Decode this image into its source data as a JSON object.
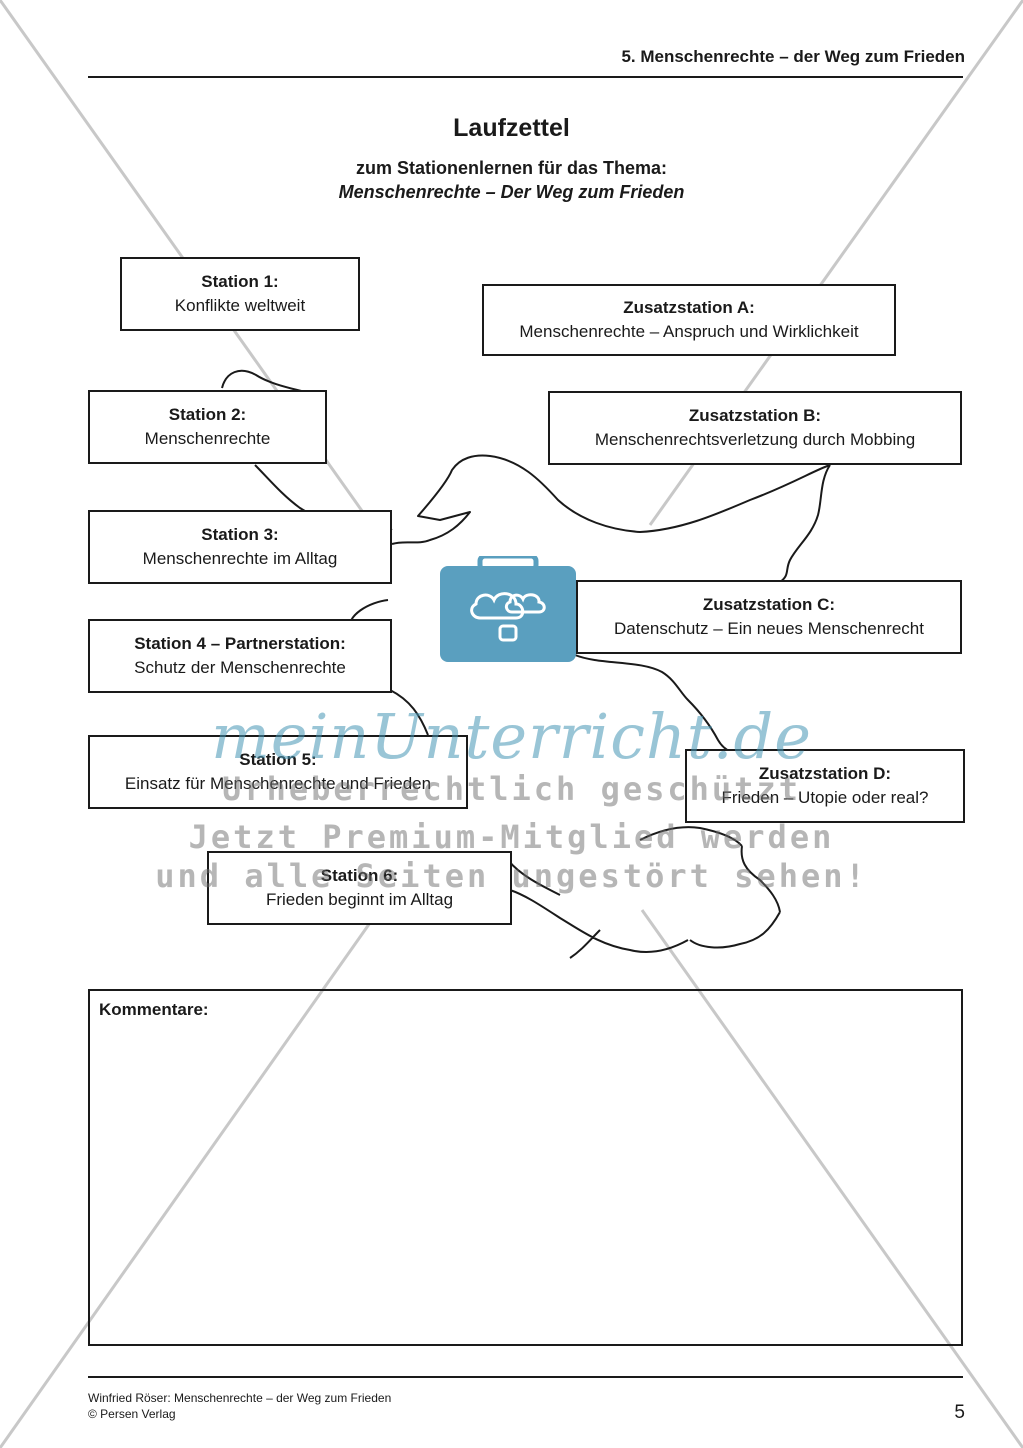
{
  "header": {
    "chapter": "5. Menschenrechte – der Weg zum Frieden"
  },
  "title": "Laufzettel",
  "subtitle": "zum Stationenlernen für das Thema:",
  "subtitle_topic": "Menschenrechte – Der Weg zum Frieden",
  "stations": [
    {
      "head": "Station 1:",
      "text": "Konflikte weltweit"
    },
    {
      "head": "Station 2:",
      "text": "Menschenrechte"
    },
    {
      "head": "Station 3:",
      "text": "Menschenrechte im Alltag"
    },
    {
      "head": "Station 4 – Partnerstation:",
      "text": "Schutz der Menschenrechte"
    },
    {
      "head": "Station 5:",
      "text": "Einsatz für Menschenrechte und Frieden"
    },
    {
      "head": "Station 6:",
      "text": "Frieden beginnt im Alltag"
    }
  ],
  "extra_stations": [
    {
      "head": "Zusatzstation A:",
      "text": "Menschenrechte – Anspruch und Wirklichkeit"
    },
    {
      "head": "Zusatzstation B:",
      "text": "Menschenrechtsverletzung durch Mobbing"
    },
    {
      "head": "Zusatzstation C:",
      "text": "Datenschutz – Ein neues Menschenrecht"
    },
    {
      "head": "Zusatzstation D:",
      "text": "Frieden – Utopie oder real?"
    }
  ],
  "comments_label": "Kommentare:",
  "footer": {
    "line1": "Winfried Röser: Menschenrechte – der Weg zum Frieden",
    "line2": "© Persen Verlag",
    "page": "5"
  },
  "watermark": {
    "brand": "meinUnterricht.de",
    "line1": "Urheberrechtlich geschützt",
    "line2": "Jetzt Premium-Mitglied werden",
    "line3": "und alle Seiten ungestört sehen!"
  },
  "colors": {
    "ink": "#1a1a1a",
    "watermark_blue": "#5a9fbf"
  },
  "icons": [
    "briefcase-cloud-icon",
    "dove-outline"
  ]
}
